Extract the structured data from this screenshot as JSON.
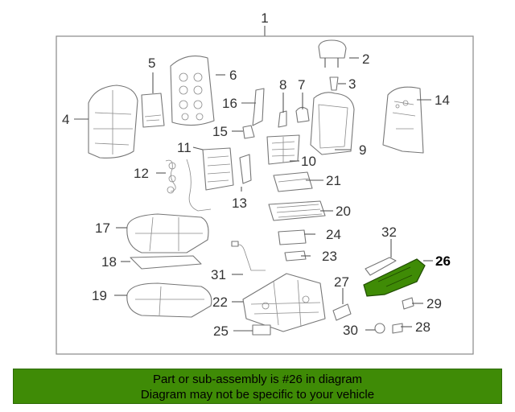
{
  "diagram": {
    "assembly_callout": "1",
    "highlight_color": "#3f8b06",
    "parts": [
      {
        "id": "p2",
        "label": "2"
      },
      {
        "id": "p3",
        "label": "3"
      },
      {
        "id": "p4",
        "label": "4"
      },
      {
        "id": "p5",
        "label": "5"
      },
      {
        "id": "p6",
        "label": "6"
      },
      {
        "id": "p7",
        "label": "7"
      },
      {
        "id": "p8",
        "label": "8"
      },
      {
        "id": "p9",
        "label": "9"
      },
      {
        "id": "p10",
        "label": "10"
      },
      {
        "id": "p11",
        "label": "11"
      },
      {
        "id": "p12",
        "label": "12"
      },
      {
        "id": "p13",
        "label": "13"
      },
      {
        "id": "p14",
        "label": "14"
      },
      {
        "id": "p15",
        "label": "15"
      },
      {
        "id": "p16",
        "label": "16"
      },
      {
        "id": "p17",
        "label": "17"
      },
      {
        "id": "p18",
        "label": "18"
      },
      {
        "id": "p19",
        "label": "19"
      },
      {
        "id": "p20",
        "label": "20"
      },
      {
        "id": "p21",
        "label": "21"
      },
      {
        "id": "p22",
        "label": "22"
      },
      {
        "id": "p23",
        "label": "23"
      },
      {
        "id": "p24",
        "label": "24"
      },
      {
        "id": "p25",
        "label": "25"
      },
      {
        "id": "p26",
        "label": "26",
        "highlighted": true
      },
      {
        "id": "p27",
        "label": "27"
      },
      {
        "id": "p28",
        "label": "28"
      },
      {
        "id": "p29",
        "label": "29"
      },
      {
        "id": "p30",
        "label": "30"
      },
      {
        "id": "p31",
        "label": "31"
      },
      {
        "id": "p32",
        "label": "32"
      }
    ]
  },
  "banner": {
    "line1": "Part or sub-assembly is #26 in diagram",
    "line2": "Diagram may not be specific to your vehicle",
    "background": "#3f8b06"
  }
}
